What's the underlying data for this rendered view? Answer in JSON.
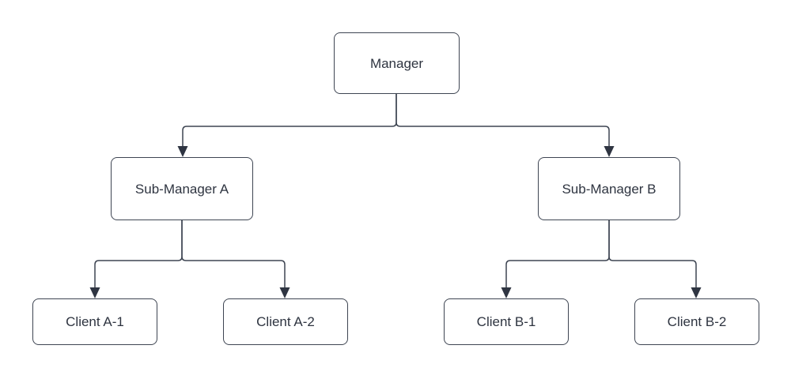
{
  "diagram": {
    "type": "org-chart",
    "nodes": {
      "manager": {
        "label": "Manager"
      },
      "sub_manager_a": {
        "label": "Sub-Manager A"
      },
      "sub_manager_b": {
        "label": "Sub-Manager B"
      },
      "client_a1": {
        "label": "Client A-1"
      },
      "client_a2": {
        "label": "Client A-2"
      },
      "client_b1": {
        "label": "Client B-1"
      },
      "client_b2": {
        "label": "Client B-2"
      }
    },
    "edges": [
      {
        "from": "manager",
        "to": "sub_manager_a"
      },
      {
        "from": "manager",
        "to": "sub_manager_b"
      },
      {
        "from": "sub_manager_a",
        "to": "client_a1"
      },
      {
        "from": "sub_manager_a",
        "to": "client_a2"
      },
      {
        "from": "sub_manager_b",
        "to": "client_b1"
      },
      {
        "from": "sub_manager_b",
        "to": "client_b2"
      }
    ],
    "colors": {
      "line": "#3e4552",
      "arrow": "#2f3542",
      "node_border": "#3e4552",
      "node_fill": "#ffffff",
      "text": "#2e3440",
      "background": "#ffffff"
    }
  }
}
